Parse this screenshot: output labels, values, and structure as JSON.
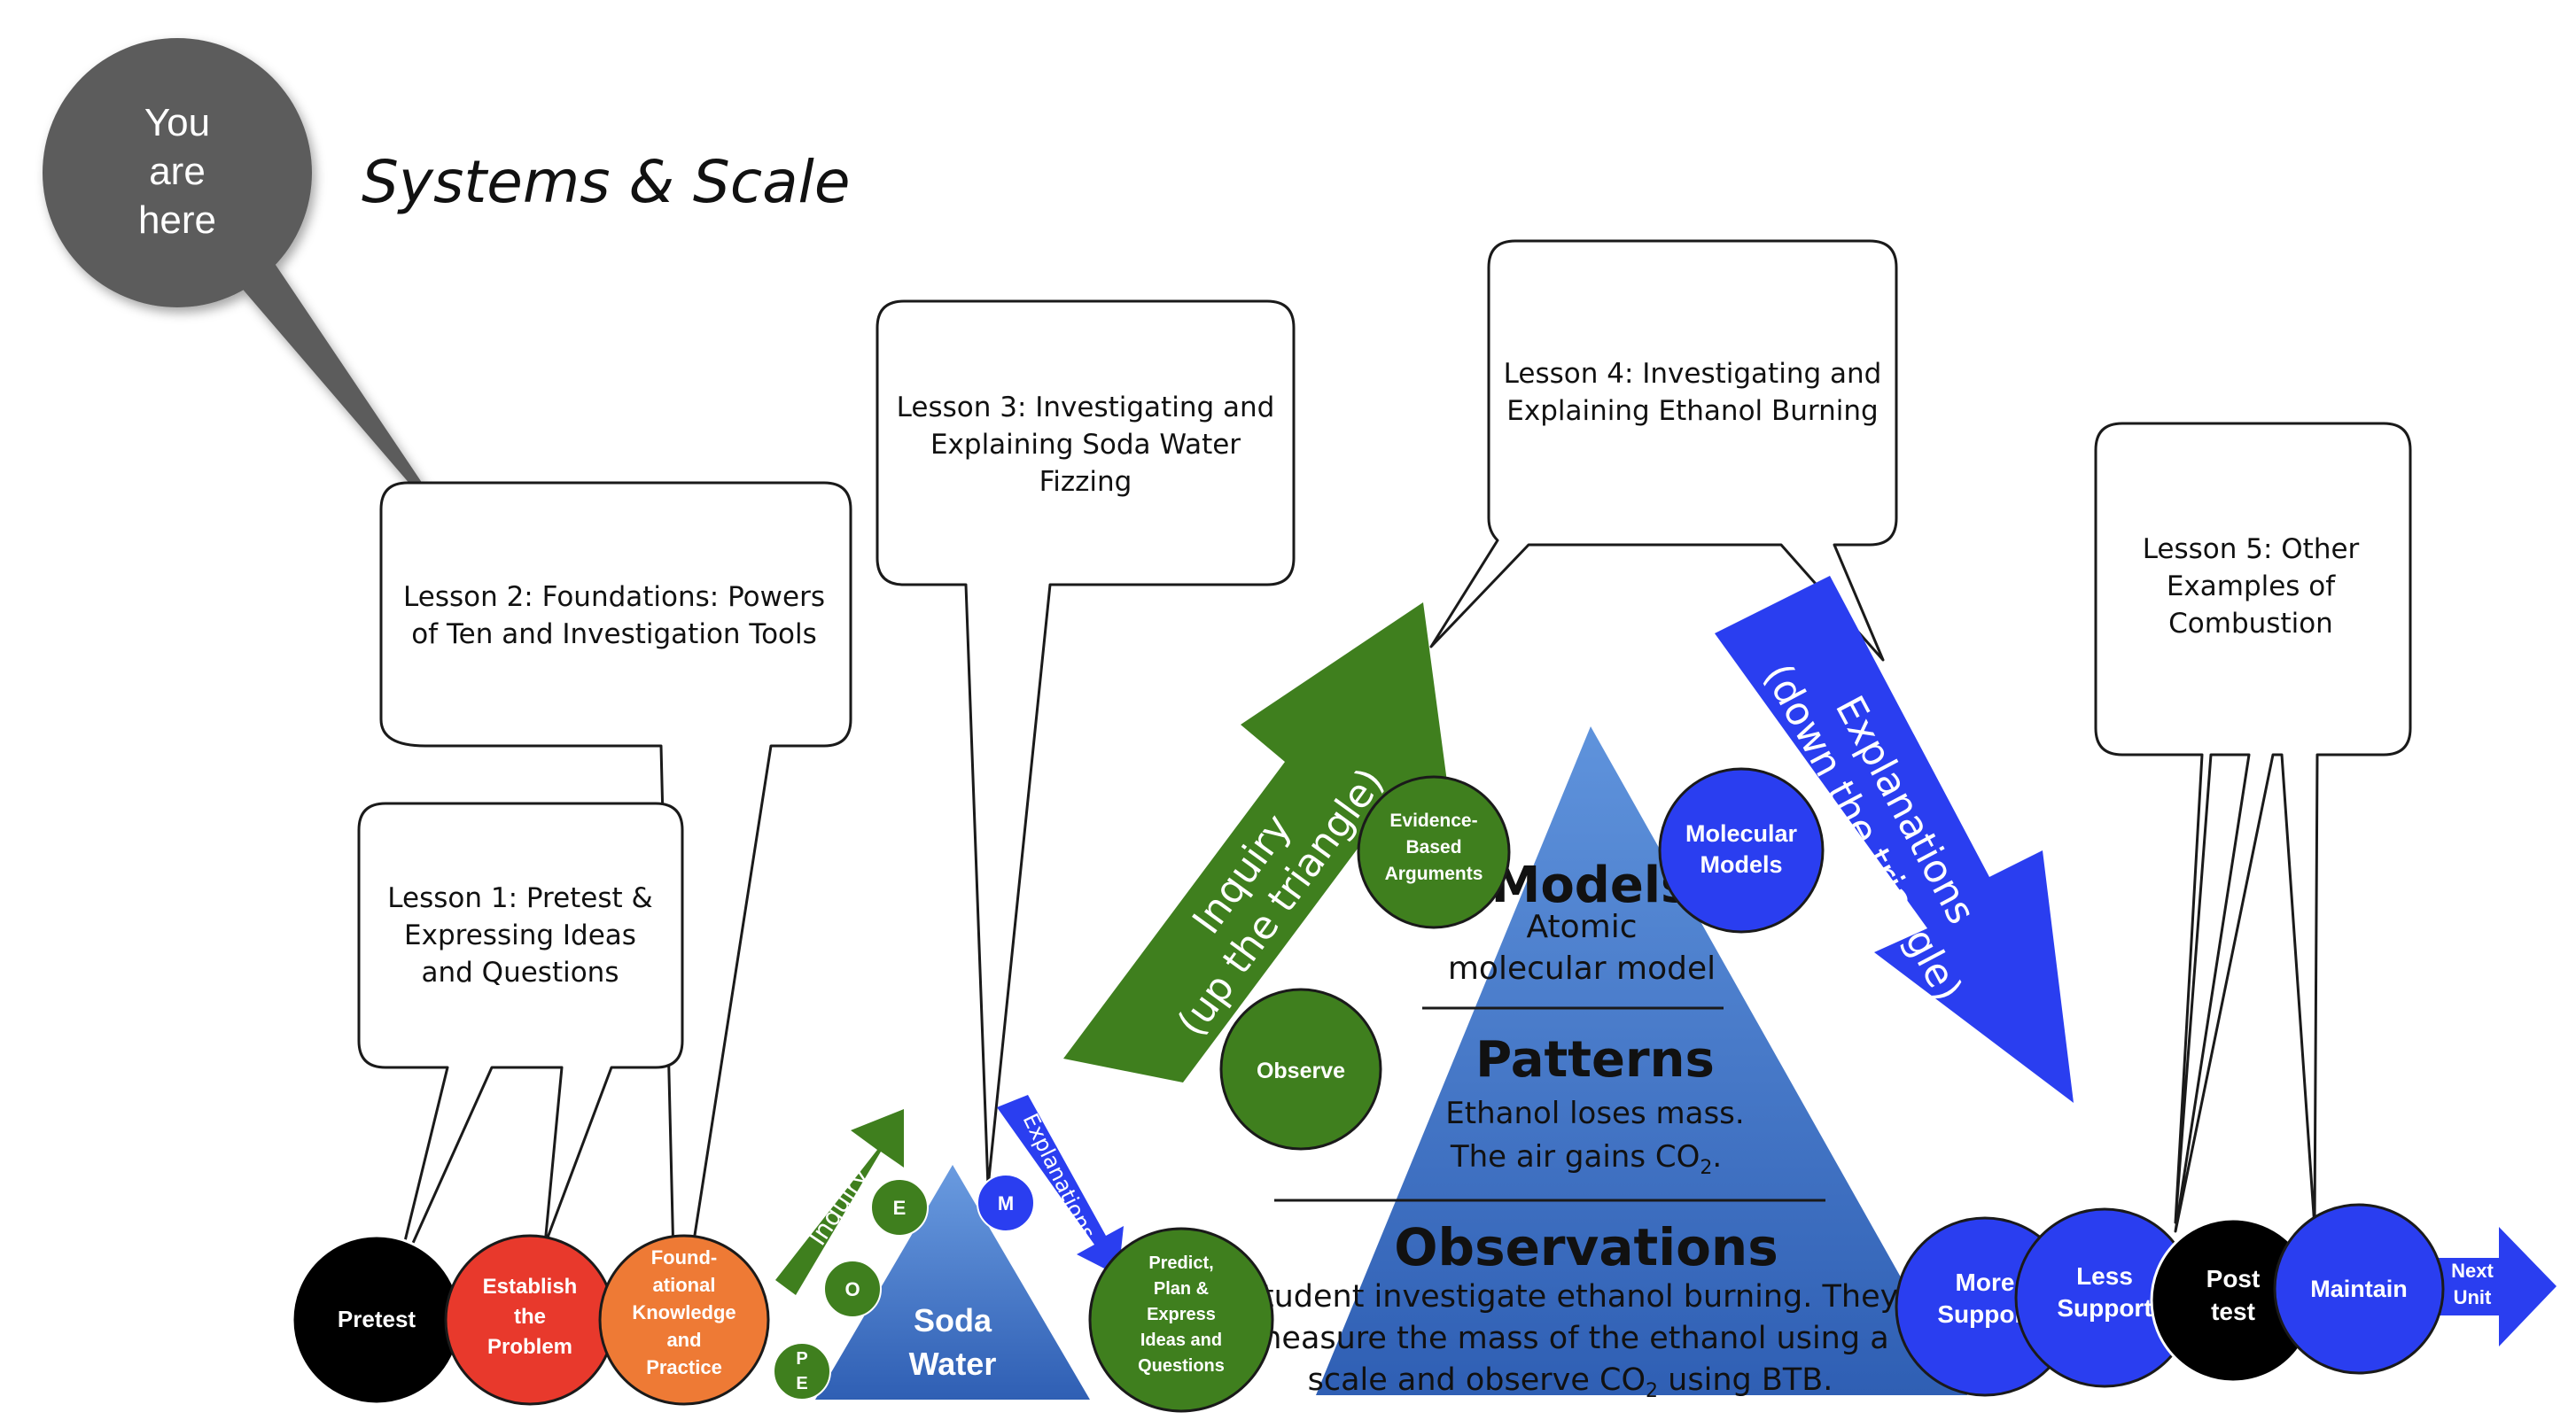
{
  "title": "Systems & Scale",
  "you_are_here": [
    "You",
    "are",
    "here"
  ],
  "lessons": {
    "lesson1": [
      "Lesson 1: Pretest &",
      "Expressing Ideas",
      "and Questions"
    ],
    "lesson2": [
      "Lesson 2: Foundations: Powers",
      "of Ten and Investigation Tools"
    ],
    "lesson3": [
      "Lesson 3: Investigating and",
      "Explaining Soda Water",
      "Fizzing"
    ],
    "lesson4": [
      "Lesson 4: Investigating and",
      "Explaining Ethanol Burning"
    ],
    "lesson5": [
      "Lesson 5: Other",
      "Examples of",
      "Combustion"
    ]
  },
  "steps": {
    "pretest": "Pretest",
    "establish": [
      "Establish",
      "the",
      "Problem"
    ],
    "foundational": [
      "Found-",
      "ational",
      "Knowledge",
      "and",
      "Practice"
    ],
    "predict": [
      "Predict,",
      "Plan &",
      "Express",
      "Ideas and",
      "Questions"
    ],
    "more_support": [
      "More",
      "Support"
    ],
    "less_support": [
      "Less",
      "Support"
    ],
    "post_test": [
      "Post",
      "test"
    ],
    "maintain": "Maintain",
    "next_unit": [
      "Next",
      "Unit"
    ]
  },
  "small_triangle": {
    "label": [
      "Soda",
      "Water"
    ],
    "letters": {
      "p": "P",
      "e": "E",
      "o": "O",
      "e_upper": "E",
      "m": "M"
    },
    "inquiry": "Inquiry",
    "explanations": "Explanations"
  },
  "big_triangle": {
    "models_title": "Models",
    "models_body": [
      "Atomic",
      "molecular model"
    ],
    "patterns_title": "Patterns",
    "patterns_body": [
      "Ethanol loses mass.",
      "The air gains CO",
      "2",
      "."
    ],
    "observations_title": "Observations",
    "observations_body": [
      "Student investigate ethanol burning. They",
      "measure the mass of the ethanol using a",
      "scale and observe CO",
      "2",
      " using BTB."
    ],
    "evidence": [
      "Evidence-",
      "Based",
      "Arguments"
    ],
    "observe": "Observe",
    "molecular_models": [
      "Molecular",
      "Models"
    ]
  },
  "big_arrows": {
    "inquiry": [
      "Inquiry",
      "(up the triangle)"
    ],
    "explanations": [
      "Explanations",
      "(down the triangle)"
    ]
  },
  "colors": {
    "green": "#3f7f1e",
    "blue": "#2a3ef0",
    "triangle_blue": "#3d74c9",
    "red": "#e8392c",
    "orange": "#ee7a35",
    "black": "#000000",
    "gray_bubble": "#5c5c5c"
  }
}
